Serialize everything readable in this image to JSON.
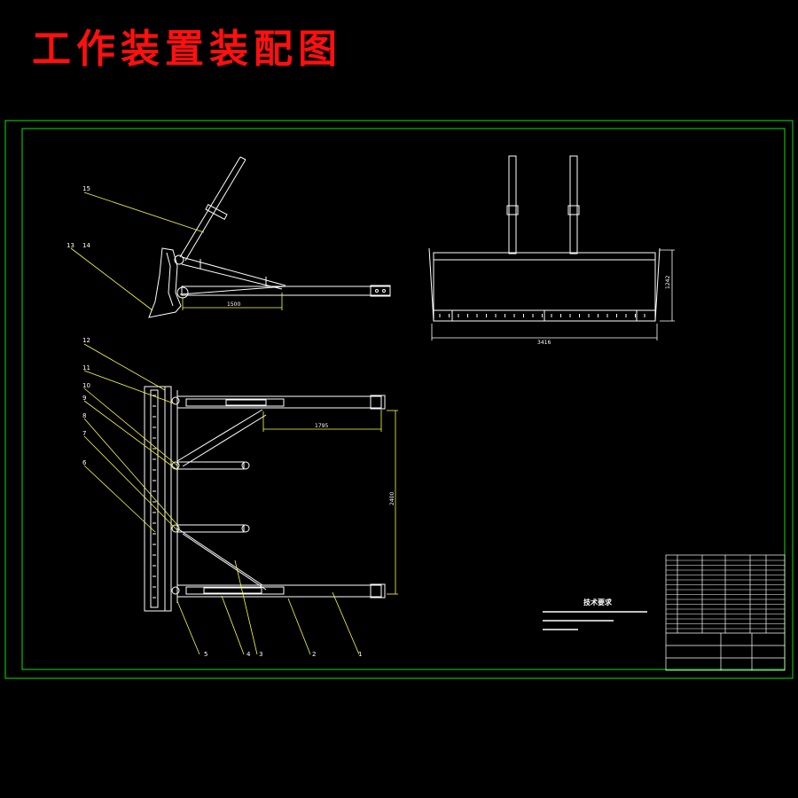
{
  "title": "工作装置装配图",
  "colors": {
    "title": "#ff1010",
    "frame": "#10e010",
    "part": "#ffffff",
    "leader": "#ffff40",
    "background": "#000000"
  },
  "part_labels": {
    "p15": "15",
    "p13": "13",
    "p14": "14",
    "p12": "12",
    "p11": "11",
    "p10": "10",
    "p9": "9",
    "p8": "8",
    "p7": "7",
    "p6": "6",
    "p5": "5",
    "p4": "4",
    "p3": "3",
    "p2": "2",
    "p1": "1"
  },
  "dimensions": {
    "side_length": "1500",
    "plan_length": "1795",
    "plan_width": "2400",
    "front_width": "3416",
    "front_height": "1242"
  },
  "tech": {
    "heading": "技术要求"
  }
}
